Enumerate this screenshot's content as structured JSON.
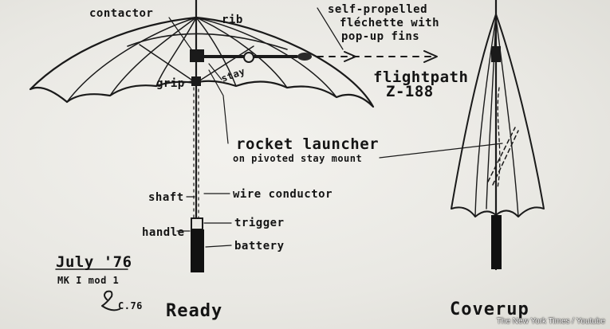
{
  "labels": {
    "contactor": "contactor",
    "rib": "rib",
    "self_propelled": "self-propelled",
    "flechette": "fléchette with",
    "popup_fins": "pop-up fins",
    "grip": "grip",
    "stay": "stay",
    "flightpath": "flightpath",
    "code": "Z-188",
    "rocket_launcher": "rocket launcher",
    "pivoted_mount": "on pivoted stay mount",
    "shaft": "shaft",
    "wire_conductor": "wire conductor",
    "handle": "handle",
    "trigger": "trigger",
    "battery": "battery",
    "date": "July '76",
    "model": "MK I mod 1",
    "initials": "C.76",
    "ready": "Ready",
    "coverup": "Coverup"
  },
  "credit": "The New York Times / Youtube"
}
